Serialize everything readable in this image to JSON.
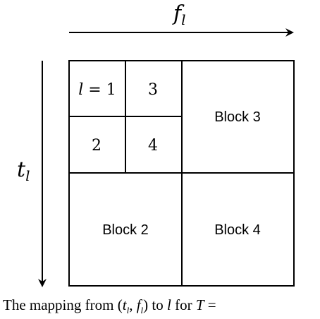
{
  "axes": {
    "horizontal_label": "f",
    "horizontal_sub": "l",
    "vertical_label": "t",
    "vertical_sub": "l"
  },
  "cells": {
    "cell1": "l = 1",
    "cell2": "2",
    "cell3": "3",
    "cell4": "4"
  },
  "blocks": {
    "block2": "Block 2",
    "block3": "Block 3",
    "block4": "Block 4"
  },
  "caption": {
    "prefix": "The mapping from ",
    "t": "t",
    "t_sub": "l",
    "sep": ", ",
    "f": "f",
    "f_sub": "l",
    "mid": ") to ",
    "l": "l",
    "tail": " for ",
    "T": "T",
    "end": " ="
  }
}
